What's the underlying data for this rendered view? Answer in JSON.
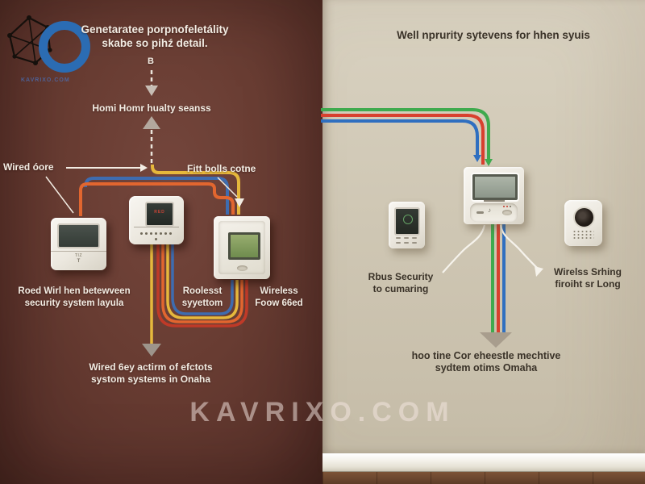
{
  "watermark": "KAVRIXO.COM",
  "colors": {
    "left_wall": "#683c32",
    "right_wall": "#cfc7b4",
    "left_text": "#f2ece3",
    "right_text": "#3a3228",
    "wire_yellow": "#e6b83c",
    "wire_orange": "#e2662f",
    "wire_red": "#bf3a28",
    "wire_blue": "#3e6cb0",
    "wire_green": "#3faa4e",
    "wire_red_right": "#d8402e",
    "wire_blue_right": "#2f6fc0",
    "logo_blue": "#2b6cb3"
  },
  "left": {
    "logo_url": "KAVRIXO.COM",
    "title_line1": "Genetaratee porpnofeletálity",
    "title_line2": "skabe so pihź detail.",
    "arrow_b": "B",
    "hub_label": "Homi Homr hualty seanss",
    "label_wired": "Wired óore",
    "label_fitt": "Fitt bolls cotne",
    "caption1_line1": "Roed Wirl hen betewveen",
    "caption1_line2": "security system layula",
    "caption2_line1": "Roolesst",
    "caption2_line2": "syyettom",
    "caption3_line1": "Wireless",
    "caption3_line2": "Foow 66ed",
    "bottom_line1": "Wired 6ey actirm of efctots",
    "bottom_line2": "systom systems in Onaha",
    "device1_text1": "TIZ",
    "device1_text2": "T",
    "device2_screen": "RED"
  },
  "right": {
    "title": "Well nprurity sytevens for hhen syuis",
    "label_left_line1": "Rbus Security",
    "label_left_line2": "to cumaring",
    "label_right_line1": "Wirelss Srhing",
    "label_right_line2": "firoiht sr Long",
    "bottom_line1": "hoo tine Cor eheestle mechtive",
    "bottom_line2": "sydtem otims Omaha"
  }
}
